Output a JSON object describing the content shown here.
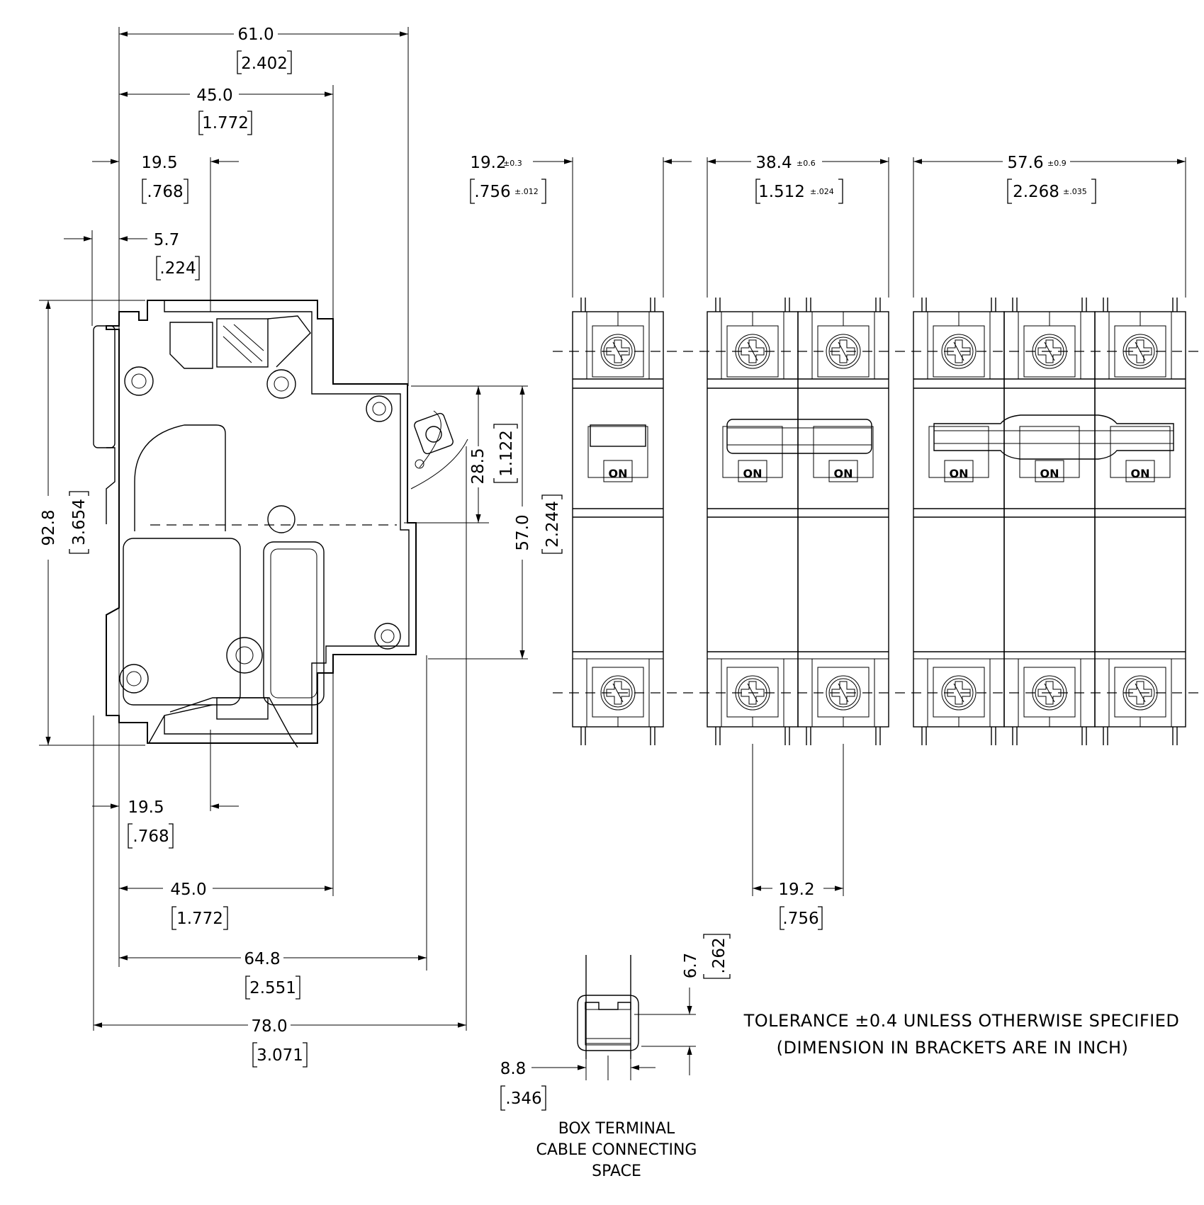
{
  "side_view": {
    "overall_width": {
      "mm": "61.0",
      "inch": "2.402"
    },
    "body_width_top": {
      "mm": "45.0",
      "inch": "1.772"
    },
    "terminal_top": {
      "mm": "19.5",
      "inch": ".768"
    },
    "rail_offset": {
      "mm": "5.7",
      "inch": ".224"
    },
    "height": {
      "mm": "92.8",
      "inch": "3.654"
    },
    "rail_center": {
      "mm": "28.5",
      "inch": "1.122"
    },
    "front_height": {
      "mm": "57.0",
      "inch": "2.244"
    },
    "terminal_bottom": {
      "mm": "19.5",
      "inch": ".768"
    },
    "body_width_bottom": {
      "mm": "45.0",
      "inch": "1.772"
    },
    "depth_handle": {
      "mm": "64.8",
      "inch": "2.551"
    },
    "overall_depth": {
      "mm": "78.0",
      "inch": "3.071"
    }
  },
  "front_views": {
    "pole1": {
      "mm": "19.2",
      "mm_tol": "±0.3",
      "inch": ".756",
      "inch_tol": "±.012"
    },
    "pole2": {
      "mm": "38.4",
      "mm_tol": "±0.6",
      "inch": "1.512",
      "inch_tol": "±.024"
    },
    "pole3": {
      "mm": "57.6",
      "mm_tol": "±0.9",
      "inch": "2.268",
      "inch_tol": "±.035"
    },
    "pitch": {
      "mm": "19.2",
      "inch": ".756"
    },
    "switch_label": "ON"
  },
  "box_terminal": {
    "height": {
      "mm": "6.7",
      "inch": ".262"
    },
    "width": {
      "mm": "8.8",
      "inch": ".346"
    },
    "caption_line1": "BOX TERMINAL",
    "caption_line2": "CABLE CONNECTING",
    "caption_line3": "SPACE"
  },
  "notes": {
    "tolerance": "TOLERANCE ±0.4 UNLESS OTHERWISE SPECIFIED",
    "units": "(DIMENSION IN BRACKETS ARE IN INCH)"
  }
}
